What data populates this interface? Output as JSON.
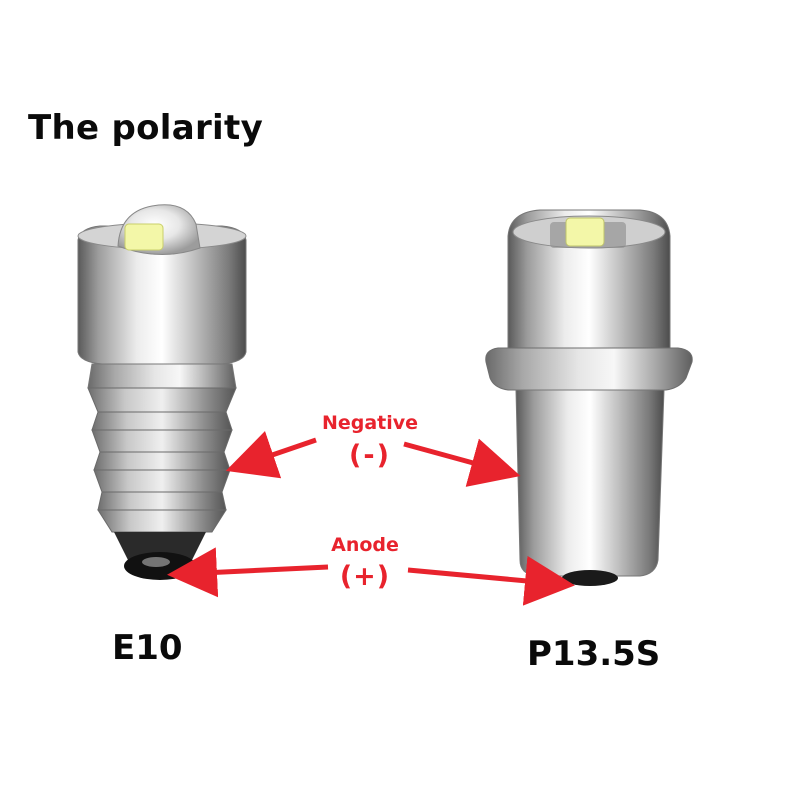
{
  "title": "The polarity",
  "labels": {
    "negative_word": "Negative",
    "negative_symbol": "(-)",
    "anode_word": "Anode",
    "anode_symbol": "(+)"
  },
  "bulbs": {
    "left_name": "E10",
    "right_name": "P13.5S"
  },
  "colors": {
    "arrow": "#e8232d",
    "text": "#0a0a0a",
    "led": "#f3f7a8"
  }
}
